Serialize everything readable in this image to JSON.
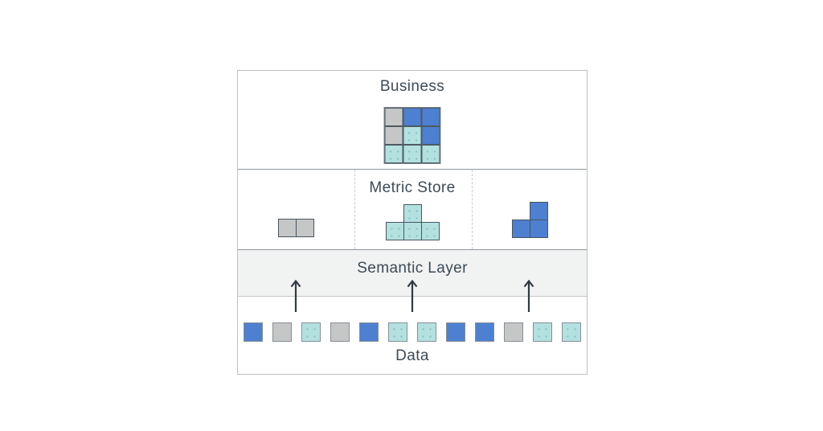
{
  "diagram": {
    "business": {
      "label": "Business"
    },
    "metric_store": {
      "label": "Metric Store"
    },
    "semantic_layer": {
      "label": "Semantic Layer"
    },
    "data_layer": {
      "label": "Data"
    },
    "colors": {
      "blue": "#4d80d1",
      "gray": "#c5c7c7",
      "teal": "#b3e1e0",
      "text": "#3d4b57",
      "arrow": "#2f3a42",
      "band_bg": "#f1f2f2"
    },
    "business_grid": {
      "rows": [
        [
          "gray",
          "blue",
          "blue"
        ],
        [
          "gray",
          "teal",
          "blue"
        ],
        [
          "teal",
          "teal",
          "teal"
        ]
      ]
    },
    "metric_shapes": [
      {
        "name": "gray-pair",
        "color": "gray",
        "cells": [
          [
            0,
            0
          ],
          [
            1,
            0
          ]
        ]
      },
      {
        "name": "teal-tee",
        "color": "teal",
        "cells": [
          [
            1,
            0
          ],
          [
            0,
            1
          ],
          [
            1,
            1
          ],
          [
            2,
            1
          ]
        ]
      },
      {
        "name": "blue-corner",
        "color": "blue",
        "cells": [
          [
            1,
            0
          ],
          [
            0,
            1
          ],
          [
            1,
            1
          ]
        ]
      }
    ],
    "data_row": [
      "blue",
      "gray",
      "teal",
      "gray",
      "blue",
      "teal",
      "teal",
      "blue",
      "blue",
      "gray",
      "teal",
      "teal"
    ]
  }
}
